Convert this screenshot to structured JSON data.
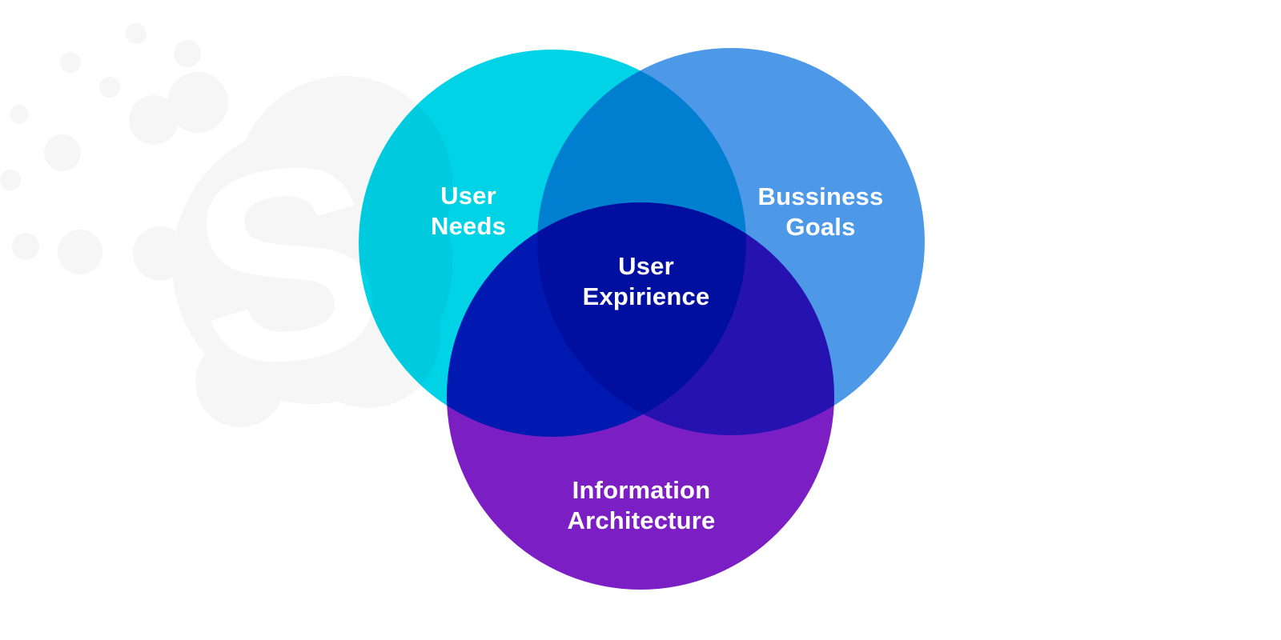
{
  "page": {
    "background_color": "#ffffff",
    "description": "Venn diagram with three overlapping circles over a faint logo watermark"
  },
  "watermark": {
    "letter": "S",
    "color": "#f6f6f7",
    "letter_color": "#ffffff"
  },
  "diagram": {
    "type": "venn",
    "circles": [
      {
        "id": "user-needs",
        "label": "User\nNeeds",
        "color": "#00d3e6"
      },
      {
        "id": "business-goals",
        "label": "Bussiness\nGoals",
        "color": "#4d99e8"
      },
      {
        "id": "information-architecture",
        "label": "Information\nArchitecture",
        "color": "#7b1ec3"
      }
    ],
    "center_intersection": {
      "label": "User\nExpirience"
    },
    "observed_overlap_colors": {
      "user_needs_x_business_goals": "#0083d2",
      "user_needs_x_information_architecture": "#001aaf",
      "business_goals_x_information_architecture": "#2413b5",
      "triple_center": "#0013a6"
    },
    "label_text_color": "#ffffff"
  }
}
